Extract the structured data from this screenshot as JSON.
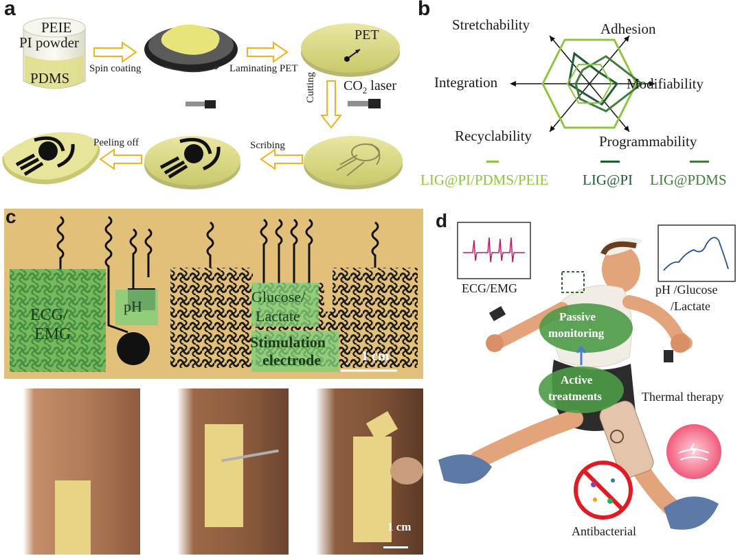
{
  "panels": {
    "a": {
      "label": "a",
      "cup": {
        "line1": "PEIE",
        "line2": "PI powder",
        "line3": "PDMS"
      },
      "steps": {
        "spin": "Spin coating",
        "laminate": "Laminating PET",
        "pet": "PET",
        "laser_prefix": "CO",
        "laser_sub": "2",
        "laser_suffix": " laser",
        "cutting": "Cutting",
        "scribing": "Scribing",
        "peeling": "Peeling off"
      }
    },
    "b": {
      "label": "b",
      "axes": [
        "Stretchability",
        "Adhesion",
        "Modifiability",
        "Programmability",
        "Recyclability",
        "Integration"
      ],
      "legend": [
        {
          "name": "LIG@PI/PDMS/PEIE",
          "color": "#8cc63f"
        },
        {
          "name": "LIG@PI",
          "color": "#1e5c34"
        },
        {
          "name": "LIG@PDMS",
          "color": "#3f7d3a"
        }
      ]
    },
    "c": {
      "label": "c",
      "regions": {
        "ecg_line1": "ECG/",
        "ecg_line2": "EMG",
        "ph": "pH",
        "glucose_line1": "Glucose/",
        "glucose_line2": "Lactate",
        "stim_line1": "Stimulation",
        "stim_line2": "electrode"
      },
      "scale_top": "1 cm",
      "scale_bottom": "1 cm"
    },
    "d": {
      "label": "d",
      "ecg_caption": "ECG/EMG",
      "ph_caption_line1": "pH /Glucose",
      "ph_caption_line2": "/Lactate",
      "passive_line1": "Passive",
      "passive_line2": "monitoring",
      "active_line1": "Active",
      "active_line2": "treatments",
      "thermal": "Thermal therapy",
      "antibacterial": "Antibacterial"
    }
  }
}
